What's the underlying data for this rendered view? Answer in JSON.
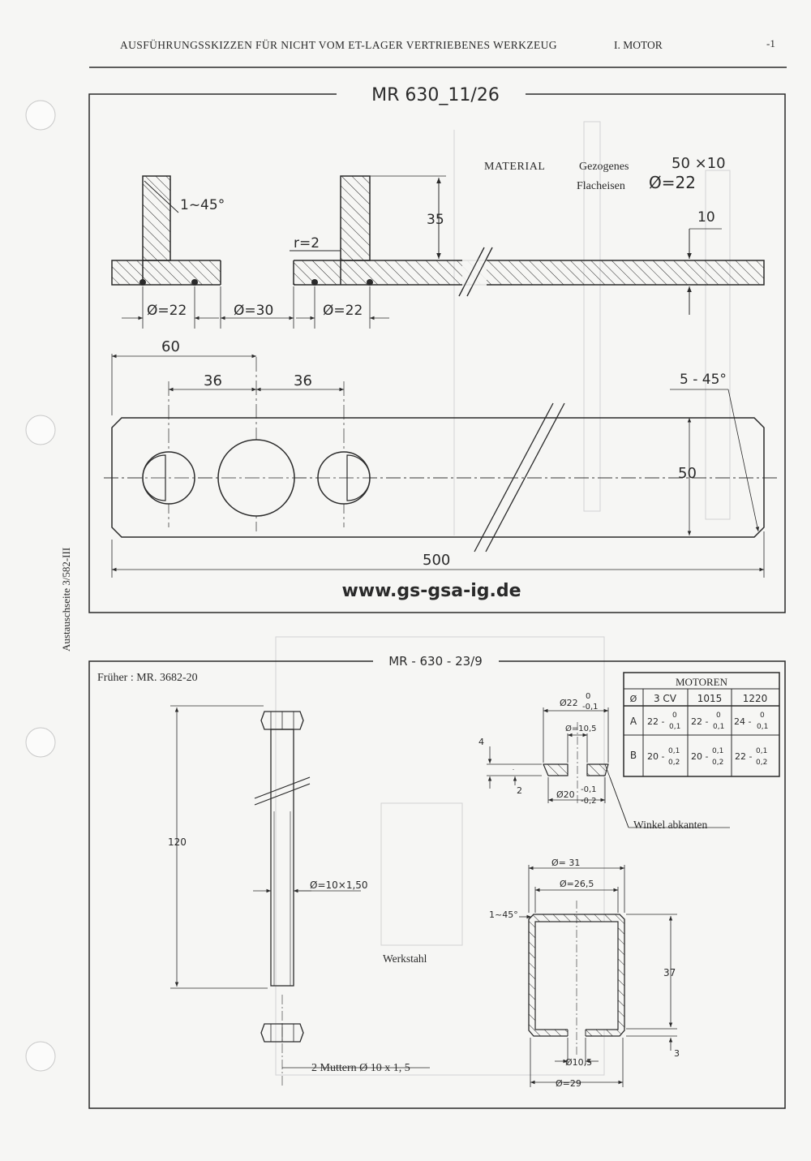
{
  "header": {
    "title": "AUSFÜHRUNGSSKIZZEN FÜR NICHT VOM ET-LAGER VERTRIEBENES WERKZEUG",
    "section": "I. MOTOR",
    "page": "-1"
  },
  "side_label": "Austauschseite 3/582-III",
  "watermark": "www.gs-gsa-ig.de",
  "drawing1": {
    "title": "MR 630_11/26",
    "material_label": "MATERIAL",
    "material_line1": "Gezogenes",
    "material_line2": "Flacheisen",
    "size1": "50 ×10",
    "size2": "Ø=22",
    "chamfer_top": "1~45°",
    "radius": "r=2",
    "dim_height": "35",
    "dim_thickness": "10",
    "dim_dia_left": "Ø=22",
    "dim_dia_mid": "Ø=30",
    "dim_dia_right": "Ø=22",
    "dim_60": "60",
    "dim_36a": "36",
    "dim_36b": "36",
    "dim_chamfer_plan": "5 - 45°",
    "dim_width": "50",
    "dim_length": "500"
  },
  "drawing2": {
    "title": "MR - 630 - 23/9",
    "previous": "Früher : MR. 3682-20",
    "bolt_length": "120",
    "bolt_thread": "Ø=10×1,50",
    "nuts": "2 Muttern Ø 10 x 1, 5",
    "material": "Werkstahl",
    "washer_od": "Ø22",
    "washer_od_tol_top": "0",
    "washer_od_tol_bot": "-0,1",
    "washer_id": "Ø=10,5",
    "washer_dim4": "4",
    "washer_dim2": "2",
    "washer_base": "Ø20",
    "washer_base_tol_top": "-0,1",
    "washer_base_tol_bot": "-0,2",
    "washer_note": "Winkel abkanten",
    "sleeve_od": "Ø= 31",
    "sleeve_id": "Ø=26,5",
    "sleeve_chamfer": "1~45°",
    "sleeve_height": "37",
    "sleeve_base": "3",
    "sleeve_hole": "Ø10,5",
    "sleeve_bottom": "Ø=29",
    "table": {
      "title": "MOTOREN",
      "headers": [
        "Ø",
        "3 CV",
        "1015",
        "1220"
      ],
      "rows": [
        {
          "label": "A",
          "c1": [
            "22 -",
            "0",
            "0,1"
          ],
          "c2": [
            "22 -",
            "0",
            "0,1"
          ],
          "c3": [
            "24 -",
            "0",
            "0,1"
          ]
        },
        {
          "label": "B",
          "c1": [
            "20 -",
            "0,1",
            "0,2"
          ],
          "c2": [
            "20 -",
            "0,1",
            "0,2"
          ],
          "c3": [
            "22 -",
            "0,1",
            "0,2"
          ]
        }
      ]
    }
  },
  "colors": {
    "ink": "#2a2a2a",
    "paper": "#f6f6f4",
    "ghost": "#b8b8b8"
  }
}
